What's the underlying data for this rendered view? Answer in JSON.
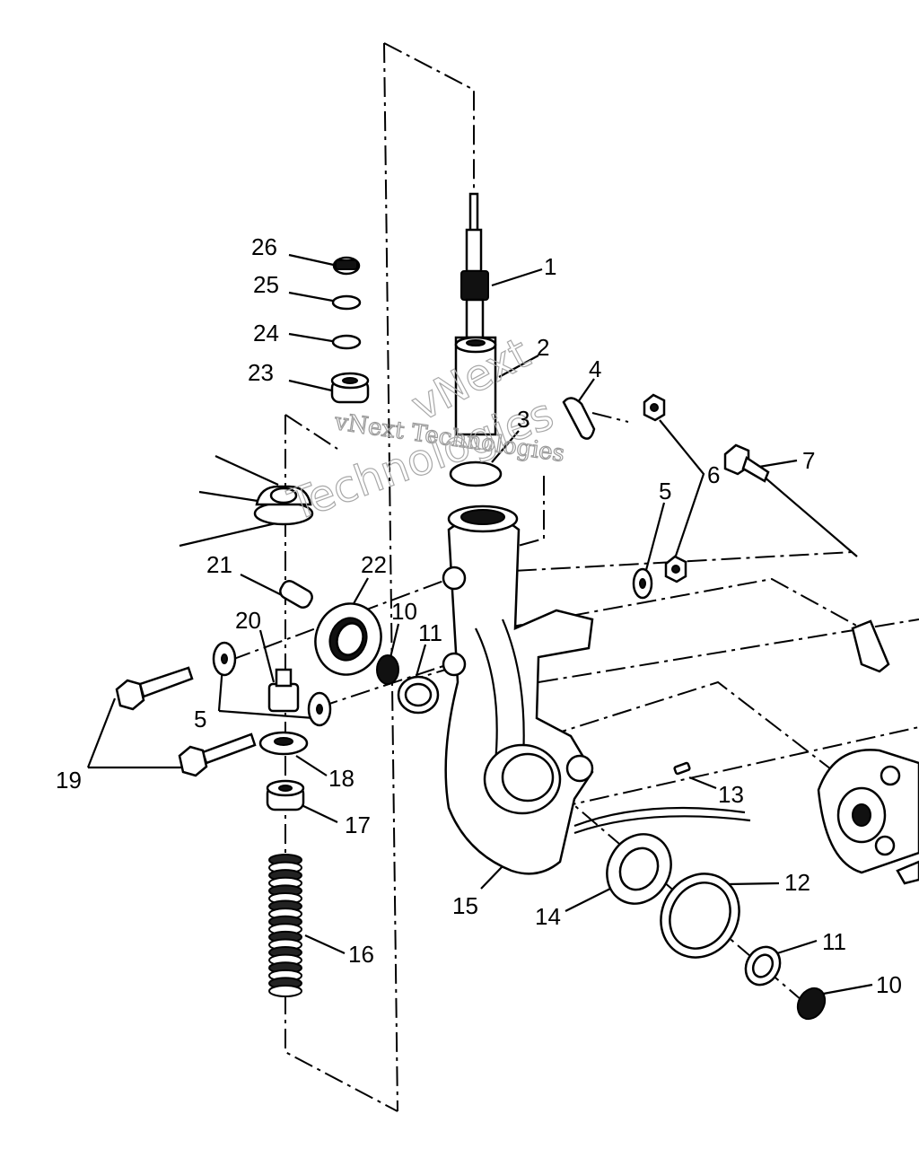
{
  "watermark": {
    "line1": "vNext Technologies",
    "line2": "vNext",
    "line3": "Technologies"
  },
  "callouts": [
    {
      "id": "1",
      "label": "1"
    },
    {
      "id": "2",
      "label": "2"
    },
    {
      "id": "3",
      "label": "3"
    },
    {
      "id": "4",
      "label": "4"
    },
    {
      "id": "5a",
      "label": "5"
    },
    {
      "id": "5b",
      "label": "5"
    },
    {
      "id": "6",
      "label": "6"
    },
    {
      "id": "7",
      "label": "7"
    },
    {
      "id": "10a",
      "label": "10"
    },
    {
      "id": "10b",
      "label": "10"
    },
    {
      "id": "11a",
      "label": "11"
    },
    {
      "id": "11b",
      "label": "11"
    },
    {
      "id": "12",
      "label": "12"
    },
    {
      "id": "13",
      "label": "13"
    },
    {
      "id": "14",
      "label": "14"
    },
    {
      "id": "15",
      "label": "15"
    },
    {
      "id": "16",
      "label": "16"
    },
    {
      "id": "17",
      "label": "17"
    },
    {
      "id": "18",
      "label": "18"
    },
    {
      "id": "19",
      "label": "19"
    },
    {
      "id": "20",
      "label": "20"
    },
    {
      "id": "21",
      "label": "21"
    },
    {
      "id": "22",
      "label": "22"
    },
    {
      "id": "23",
      "label": "23"
    },
    {
      "id": "24",
      "label": "24"
    },
    {
      "id": "25",
      "label": "25"
    },
    {
      "id": "26",
      "label": "26"
    }
  ]
}
